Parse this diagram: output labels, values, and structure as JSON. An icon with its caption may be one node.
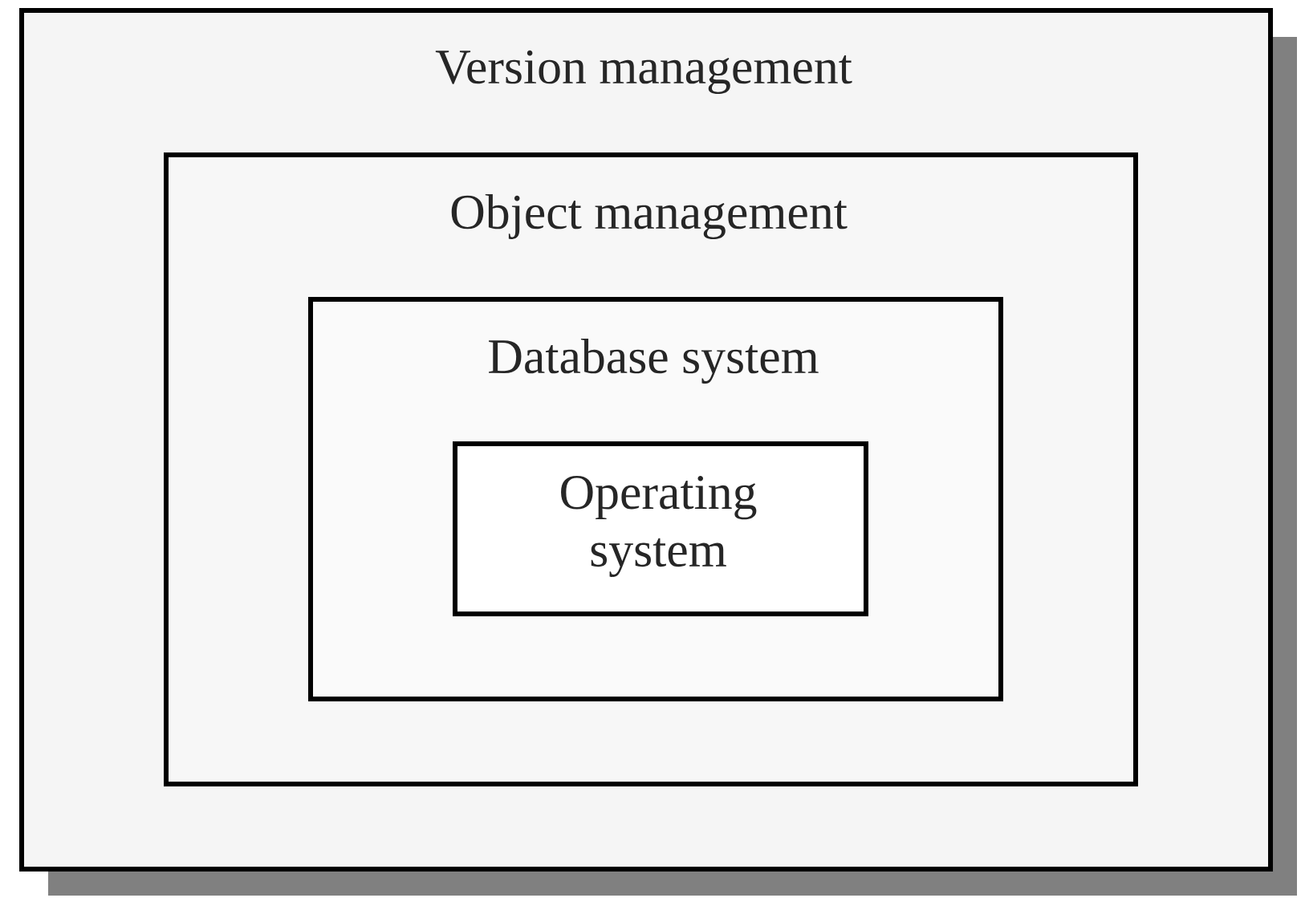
{
  "diagram": {
    "nodes": [
      {
        "text": [
          "Version management"
        ]
      },
      {
        "text": [
          "Object management"
        ],
        "in": 0
      },
      {
        "text": [
          "Database system"
        ],
        "in": 1
      },
      {
        "text": [
          "Operating system"
        ],
        "in": 2
      }
    ]
  }
}
